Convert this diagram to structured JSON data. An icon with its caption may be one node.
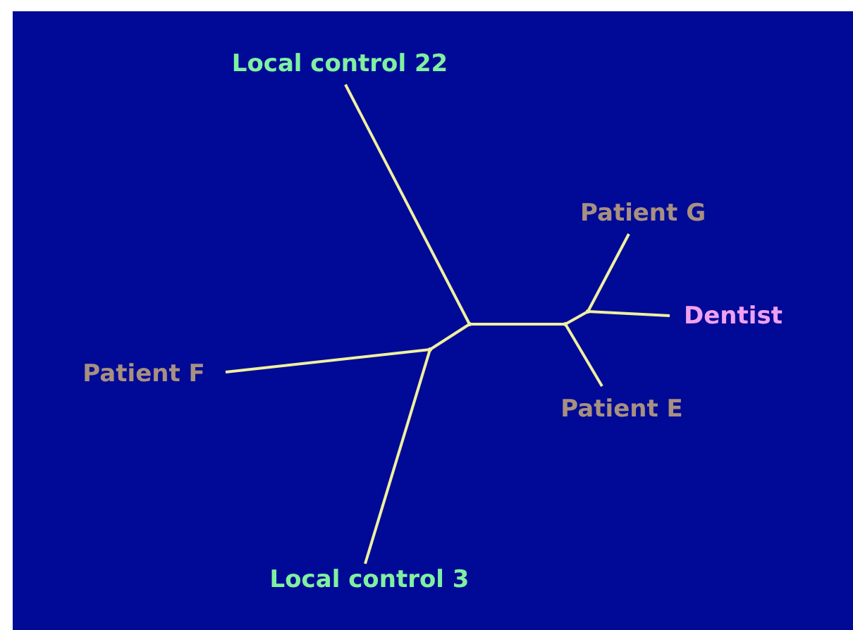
{
  "diagram": {
    "nodes": [
      {
        "text": [
          "Local control 22"
        ]
      },
      {
        "text": [
          "Patient G"
        ]
      },
      {
        "text": [
          "Dentist"
        ]
      },
      {
        "text": [
          "Patient F"
        ]
      },
      {
        "text": [
          "Patient E"
        ]
      },
      {
        "text": [
          "Local control 3"
        ]
      },
      {
        "text": [],
        "shape": "dot"
      },
      {
        "text": [],
        "shape": "dot"
      },
      {
        "text": [],
        "shape": "dot"
      },
      {
        "text": [],
        "shape": "dot"
      }
    ],
    "edges": [
      {
        "from": 6,
        "to": 7,
        "arrow": "none"
      },
      {
        "from": 6,
        "to": 0,
        "arrow": "none"
      },
      {
        "from": 6,
        "to": 8,
        "arrow": "none"
      },
      {
        "from": 8,
        "to": 3,
        "arrow": "none"
      },
      {
        "from": 8,
        "to": 5,
        "arrow": "none"
      },
      {
        "from": 7,
        "to": 9,
        "arrow": "none"
      },
      {
        "from": 7,
        "to": 4,
        "arrow": "none"
      },
      {
        "from": 9,
        "to": 1,
        "arrow": "none"
      },
      {
        "from": 9,
        "to": 2,
        "arrow": "none"
      }
    ]
  }
}
